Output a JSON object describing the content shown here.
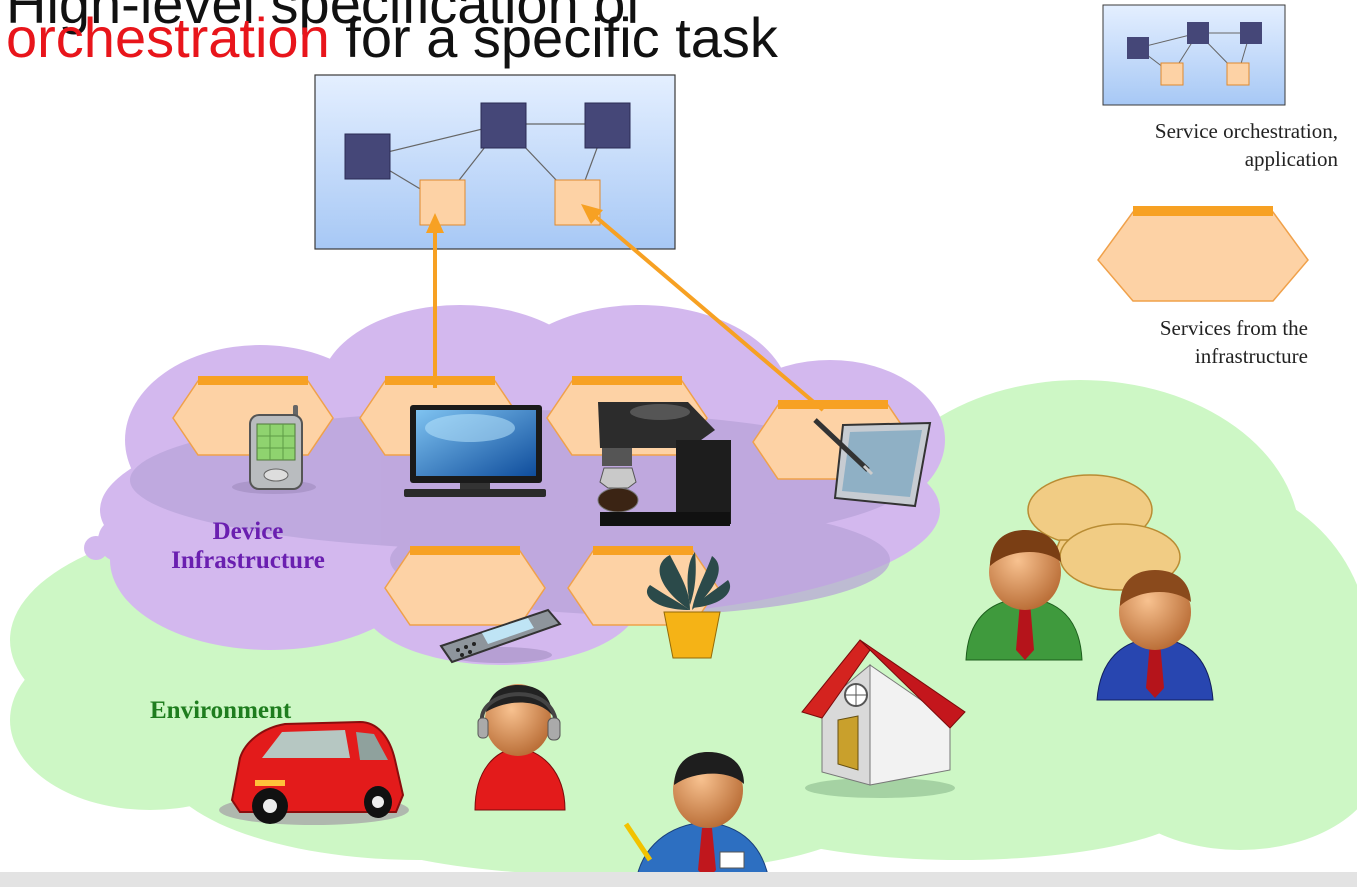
{
  "title": {
    "line1": "High-level specification of",
    "line2_highlight": "orchestration",
    "line2_rest": " for a specific task"
  },
  "legend": {
    "orchestration_label_1": "Service orchestration,",
    "orchestration_label_2": "application",
    "services_label_1": "Services from the",
    "services_label_2": "infrastructure"
  },
  "regions": {
    "device_1": "Device",
    "device_2": "Infrastructure",
    "environment": "Environment"
  },
  "colors": {
    "title_highlight": "#e8151b",
    "arrow": "#f7a123",
    "device_region": "#6a1fb0",
    "environment_region": "#1e7d1e",
    "device_cloud": "#d3b8ee",
    "environment_cloud": "#cdf7c5",
    "service_hexagon": "#fdd2a5",
    "service_dark": "#454778"
  },
  "icons": [
    "phone-icon",
    "monitor-icon",
    "coffee-machine-icon",
    "tablet-pen-icon",
    "mobile-phone-icon",
    "potted-plant-icon",
    "car-icon",
    "headset-person-icon",
    "writing-person-icon",
    "house-icon",
    "talking-people-icon"
  ]
}
